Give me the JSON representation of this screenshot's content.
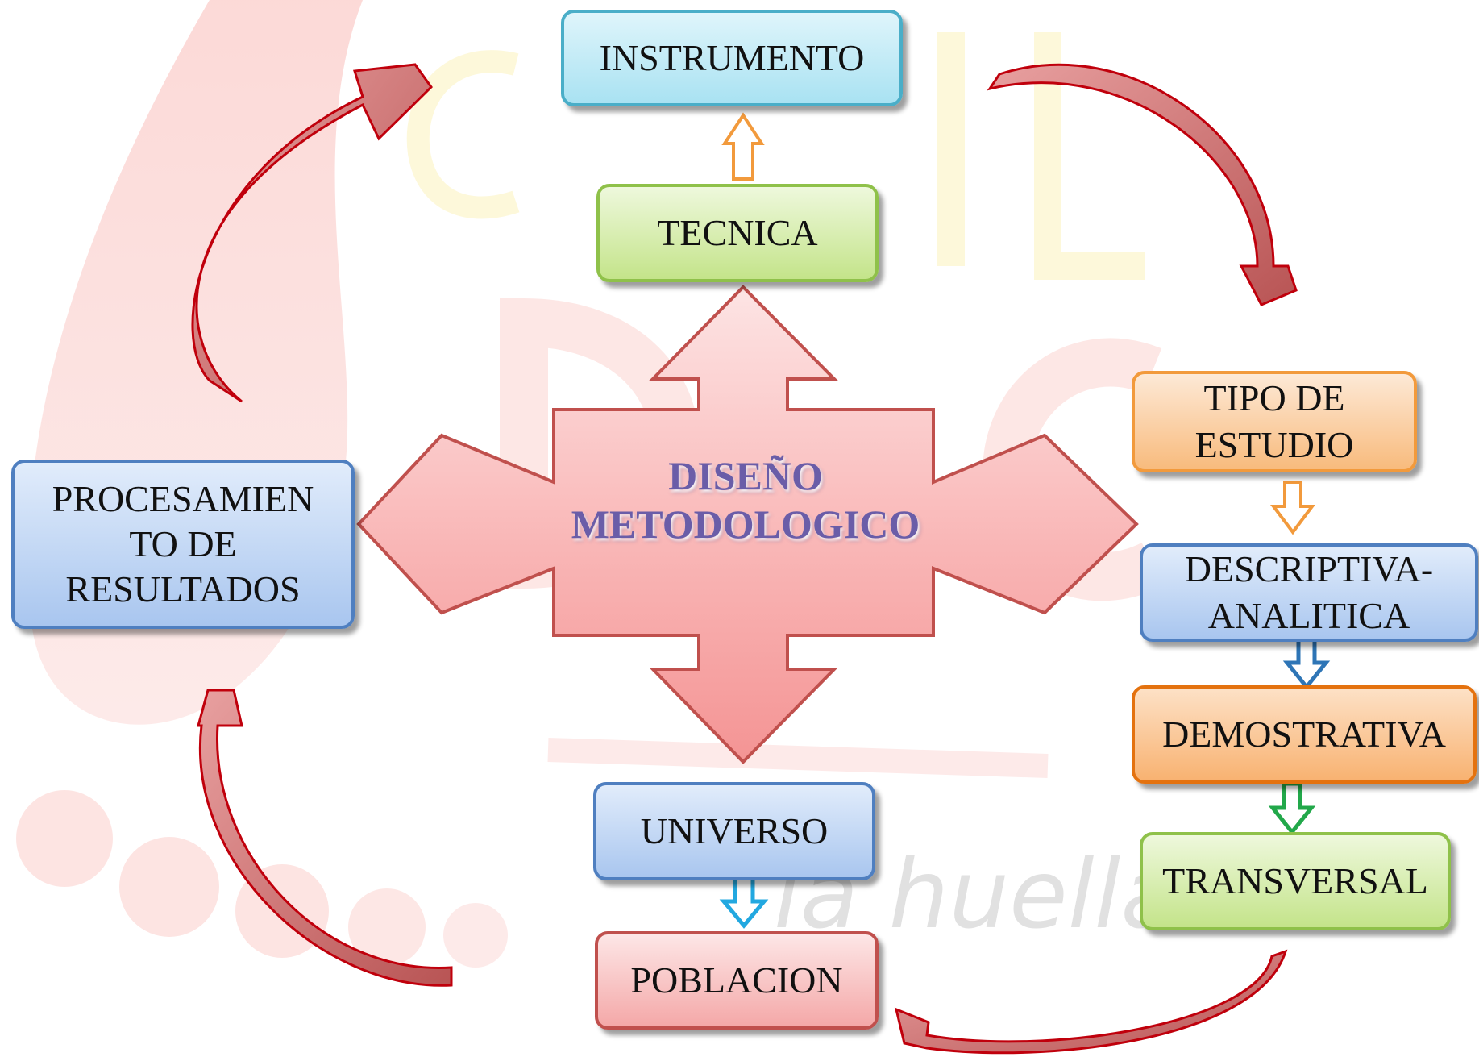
{
  "diagram": {
    "center": {
      "title": "DISEÑO\nMETODOLOGICO"
    },
    "nodes": {
      "instrumento": "INSTRUMENTO",
      "tecnica": "TECNICA",
      "tipo_estudio": "TIPO DE\nESTUDIO",
      "descriptiva": "DESCRIPTIVA-\nANALITICA",
      "demostrativa": "DEMOSTRATIVA",
      "transversal": "TRANSVERSAL",
      "universo": "UNIVERSO",
      "poblacion": "POBLACION",
      "procesamiento": "PROCESAMIEN\nTO DE\nRESULTADOS"
    },
    "watermark": {
      "text": "la huella de"
    },
    "colors": {
      "cyan": "#4aaec8",
      "green": "#8fc14a",
      "orange": "#f29a3c",
      "blue": "#4f7fc0",
      "red": "#c0504d",
      "curved_arrow": "#c0000c"
    }
  }
}
